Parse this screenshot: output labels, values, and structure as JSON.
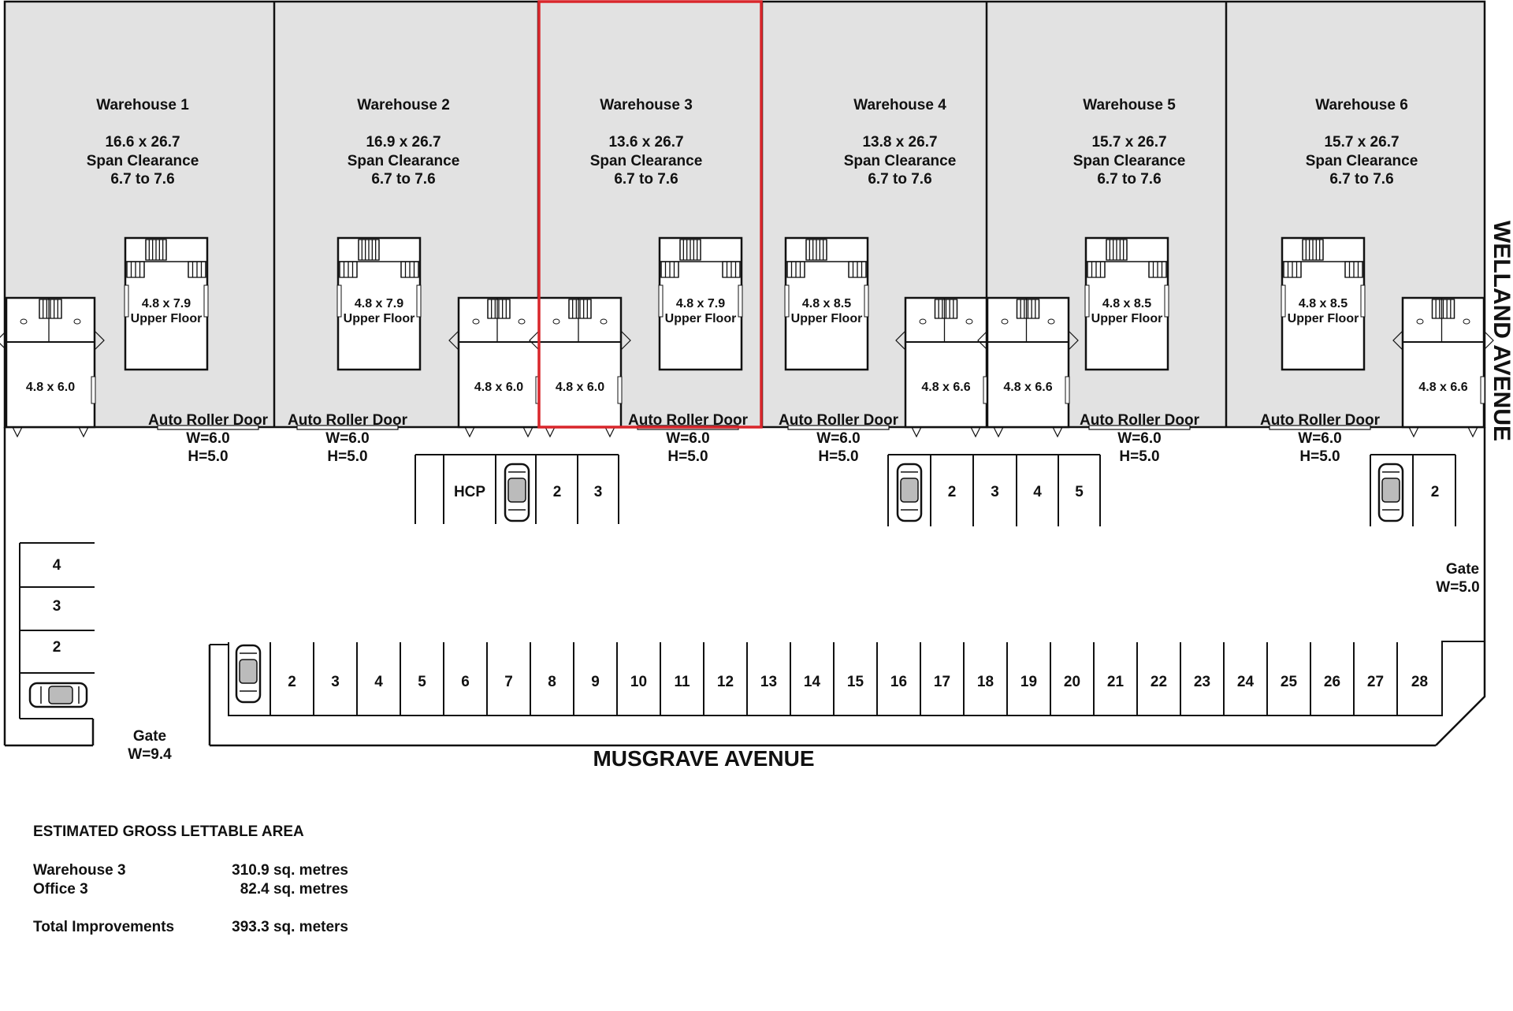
{
  "warehouses": [
    {
      "name": "Warehouse  1",
      "dims": "16.6 x 26.7",
      "span_label": "Span Clearance",
      "span": "6.7  to  7.6",
      "upper_floor_size": "4.8 x 7.9",
      "upper_floor_label": "Upper Floor"
    },
    {
      "name": "Warehouse  2",
      "dims": "16.9 x 26.7",
      "span_label": "Span Clearance",
      "span": "6.7  to  7.6",
      "upper_floor_size": "4.8 x 7.9",
      "upper_floor_label": "Upper Floor"
    },
    {
      "name": "Warehouse  3",
      "dims": "13.6 x 26.7",
      "span_label": "Span Clearance",
      "span": "6.7  to  7.6",
      "upper_floor_size": "4.8 x 7.9",
      "upper_floor_label": "Upper Floor"
    },
    {
      "name": "Warehouse  4",
      "dims": "13.8 x 26.7",
      "span_label": "Span Clearance",
      "span": "6.7  to  7.6",
      "upper_floor_size": "4.8 x 8.5",
      "upper_floor_label": "Upper Floor"
    },
    {
      "name": "Warehouse  5",
      "dims": "15.7 x 26.7",
      "span_label": "Span Clearance",
      "span": "6.7  to  7.6",
      "upper_floor_size": "4.8 x 8.5",
      "upper_floor_label": "Upper Floor"
    },
    {
      "name": "Warehouse  6",
      "dims": "15.7 x 26.7",
      "span_label": "Span Clearance",
      "span": "6.7  to  7.6",
      "upper_floor_size": "4.8 x 8.5",
      "upper_floor_label": "Upper Floor"
    }
  ],
  "offices": [
    "4.8 x 6.0",
    "4.8 x 6.0",
    "4.8 x 6.0",
    "4.8 x 6.6",
    "4.8 x 6.6",
    "4.8 x 6.6"
  ],
  "roller_door": {
    "label": "Auto Roller Door",
    "width": "W=6.0",
    "height": "H=5.0"
  },
  "parking_top": {
    "group1": [
      "HCP",
      "2",
      "3"
    ],
    "group2": [
      "2",
      "3",
      "4",
      "5"
    ],
    "group3": [
      "2"
    ]
  },
  "parking_left": [
    "4",
    "3",
    "2"
  ],
  "parking_bottom": [
    "2",
    "3",
    "4",
    "5",
    "6",
    "7",
    "8",
    "9",
    "10",
    "11",
    "12",
    "13",
    "14",
    "15",
    "16",
    "17",
    "18",
    "19",
    "20",
    "21",
    "22",
    "23",
    "24",
    "25",
    "26",
    "27",
    "28"
  ],
  "gate_right": {
    "label": "Gate",
    "width": "W=5.0"
  },
  "gate_left": {
    "label": "Gate",
    "width": "W=9.4"
  },
  "street_bottom": "MUSGRAVE  AVENUE",
  "street_right": "WELLAND AVENUE",
  "legend": {
    "title": "ESTIMATED GROSS LETTABLE AREA",
    "rows": [
      {
        "label": "Warehouse 3",
        "value": "310.9 sq. metres"
      },
      {
        "label": "Office 3",
        "value": "82.4 sq. metres"
      }
    ],
    "total_label": "Total Improvements",
    "total_value": "393.3 sq. meters"
  },
  "colors": {
    "building": "#e2e2e2",
    "line": "#111111",
    "highlight": "#d9262b"
  }
}
